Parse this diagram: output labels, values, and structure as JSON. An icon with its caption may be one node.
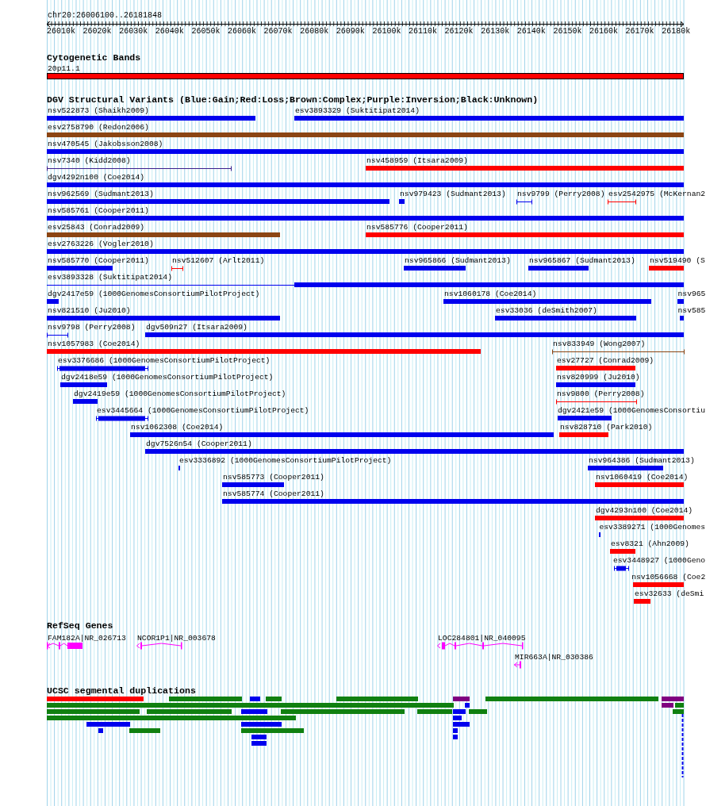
{
  "diagram": {
    "nodes": [
      {
        "text": [
          "20p11.1"
        ]
      },
      {
        "text": [
          "nsv522873 (Shaikh2009)"
        ]
      },
      {
        "text": [
          "esv3893329 (Suktitipat2014)"
        ]
      },
      {
        "text": [
          "esv2758790 (Redon2006)"
        ]
      },
      {
        "text": [
          "nsv470545 (Jakobsson2008)"
        ]
      },
      {
        "text": [
          "nsv7340 (Kidd2008)"
        ]
      },
      {
        "text": [
          "nsv458959 (Itsara2009)"
        ]
      },
      {
        "text": [
          "dgv4292n100 (Coe2014)"
        ]
      },
      {
        "text": [
          "nsv962569 (Sudmant2013)"
        ]
      },
      {
        "text": [
          "nsv979423 (Sudmant2013)"
        ]
      },
      {
        "text": [
          "nsv9799 (Perry2008)"
        ]
      },
      {
        "text": [
          "esv2542975 (McKernan2"
        ]
      },
      {
        "text": [
          "nsv585761 (Cooper2011)"
        ]
      },
      {
        "text": [
          "esv25843 (Conrad2009)"
        ]
      },
      {
        "text": [
          "nsv585776 (Cooper2011)"
        ]
      },
      {
        "text": [
          "esv2763226 (Vogler2010)"
        ]
      },
      {
        "text": [
          "nsv585770 (Cooper2011)"
        ]
      },
      {
        "text": [
          "nsv512607 (Arlt2011)"
        ]
      },
      {
        "text": [
          "nsv965866 (Sudmant2013)"
        ]
      },
      {
        "text": [
          "nsv965867 (Sudmant2013)"
        ]
      },
      {
        "text": [
          "nsv519490 (S"
        ]
      },
      {
        "text": [
          "esv3893328 (Suktitipat2014)"
        ]
      },
      {
        "text": [
          "dgv2417e59 (1000GenomesConsortiumPilotProject)"
        ]
      },
      {
        "text": [
          "nsv1060178 (Coe2014)"
        ]
      },
      {
        "text": [
          "nsv965"
        ]
      },
      {
        "text": [
          "nsv821510 (Ju2010)"
        ]
      },
      {
        "text": [
          "esv33036 (deSmith2007)"
        ]
      },
      {
        "text": [
          "nsv585"
        ]
      },
      {
        "text": [
          "nsv9798 (Perry2008)"
        ]
      },
      {
        "text": [
          "dgv509n27 (Itsara2009)"
        ]
      },
      {
        "text": [
          "nsv1057983 (Coe2014)"
        ]
      },
      {
        "text": [
          "nsv833949 (Wong2007)"
        ]
      },
      {
        "text": [
          "esv3376686 (1000GenomesConsortiumPilotProject)"
        ]
      },
      {
        "text": [
          "esv27727 (Conrad2009)"
        ]
      },
      {
        "text": [
          "dgv2418e59 (1000GenomesConsortiumPilotProject)"
        ]
      },
      {
        "text": [
          "nsv820999 (Ju2010)"
        ]
      },
      {
        "text": [
          "dgv2419e59 (1000GenomesConsortiumPilotProject)"
        ]
      },
      {
        "text": [
          "nsv9800 (Perry2008)"
        ]
      },
      {
        "text": [
          "esv3445664 (1000GenomesConsortiumPilotProject)"
        ]
      },
      {
        "text": [
          "dgv2421e59 (1000GenomesConsortiu"
        ]
      },
      {
        "text": [
          "nsv1062308 (Coe2014)"
        ]
      },
      {
        "text": [
          "nsv828710 (Park2010)"
        ]
      },
      {
        "text": [
          "dgv7526n54 (Cooper2011)"
        ]
      },
      {
        "text": [
          "esv3336892 (1000GenomesConsortiumPilotProject)"
        ]
      },
      {
        "text": [
          "nsv964386 (Sudmant2013)"
        ]
      },
      {
        "text": [
          "nsv585773 (Cooper2011)"
        ]
      },
      {
        "text": [
          "nsv1060419 (Coe2014)"
        ]
      },
      {
        "text": [
          "nsv585774 (Cooper2011)"
        ]
      },
      {
        "text": [
          "dgv4293n100 (Coe2014)"
        ]
      },
      {
        "text": [
          "esv3389271 (1000Genomes"
        ]
      },
      {
        "text": [
          "esv8321 (Ahn2009)"
        ]
      },
      {
        "text": [
          "esv3448927 (1000Geno"
        ]
      },
      {
        "text": [
          "nsv1056668 (Coe2"
        ]
      },
      {
        "text": [
          "esv32633 (deSmi"
        ]
      },
      {
        "text": [
          "FAM182A|NR_026713"
        ]
      },
      {
        "text": [
          "NCOR1P1|NR_003678"
        ]
      },
      {
        "text": [
          "LOC284801|NR_040095"
        ]
      },
      {
        "text": [
          "MIR663A|NR_030386"
        ]
      },
      {
        "text": [],
        "shape": "bar"
      },
      {
        "text": [],
        "shape": "bar"
      },
      {
        "text": [],
        "shape": "bar"
      },
      {
        "text": [],
        "shape": "bar"
      },
      {
        "text": [],
        "shape": "bar"
      },
      {
        "text": [],
        "shape": "bar"
      },
      {
        "text": [],
        "shape": "bar"
      },
      {
        "text": [],
        "shape": "bar"
      },
      {
        "text": [],
        "shape": "bar"
      },
      {
        "text": [],
        "shape": "bar"
      },
      {
        "text": [],
        "shape": "bar"
      },
      {
        "text": [],
        "shape": "bar"
      },
      {
        "text": [],
        "shape": "bar"
      },
      {
        "text": [],
        "shape": "bar"
      },
      {
        "text": [],
        "shape": "bar"
      },
      {
        "text": [],
        "shape": "bar"
      },
      {
        "text": [],
        "shape": "bar"
      },
      {
        "text": [],
        "shape": "bar"
      },
      {
        "text": [],
        "shape": "bar"
      },
      {
        "text": [],
        "shape": "bar"
      },
      {
        "text": [],
        "shape": "bar"
      },
      {
        "text": [],
        "shape": "bar"
      },
      {
        "text": [],
        "shape": "bar"
      },
      {
        "text": [],
        "shape": "bar"
      },
      {
        "text": [],
        "shape": "bar"
      },
      {
        "text": [],
        "shape": "bar"
      },
      {
        "text": [],
        "shape": "bar"
      },
      {
        "text": [],
        "shape": "bar"
      },
      {
        "text": [],
        "shape": "bar"
      },
      {
        "text": [],
        "shape": "bar"
      },
      {
        "text": [],
        "shape": "bar"
      },
      {
        "text": [],
        "shape": "bar"
      }
    ],
    "labels": [
      "chr20:26006100..26181848",
      "26010k",
      "26020k",
      "26030k",
      "26040k",
      "26050k",
      "26060k",
      "26070k",
      "26080k",
      "26090k",
      "26100k",
      "26110k",
      "26120k",
      "26130k",
      "26140k",
      "26150k",
      "26160k",
      "26170k",
      "26180k",
      "Cytogenetic Bands",
      "DGV Structural Variants (Blue:Gain;Red:Loss;Brown:Complex;Purple:Inversion;Black:Unknown)",
      "RefSeq Genes",
      "UCSC segmental duplications"
    ]
  }
}
